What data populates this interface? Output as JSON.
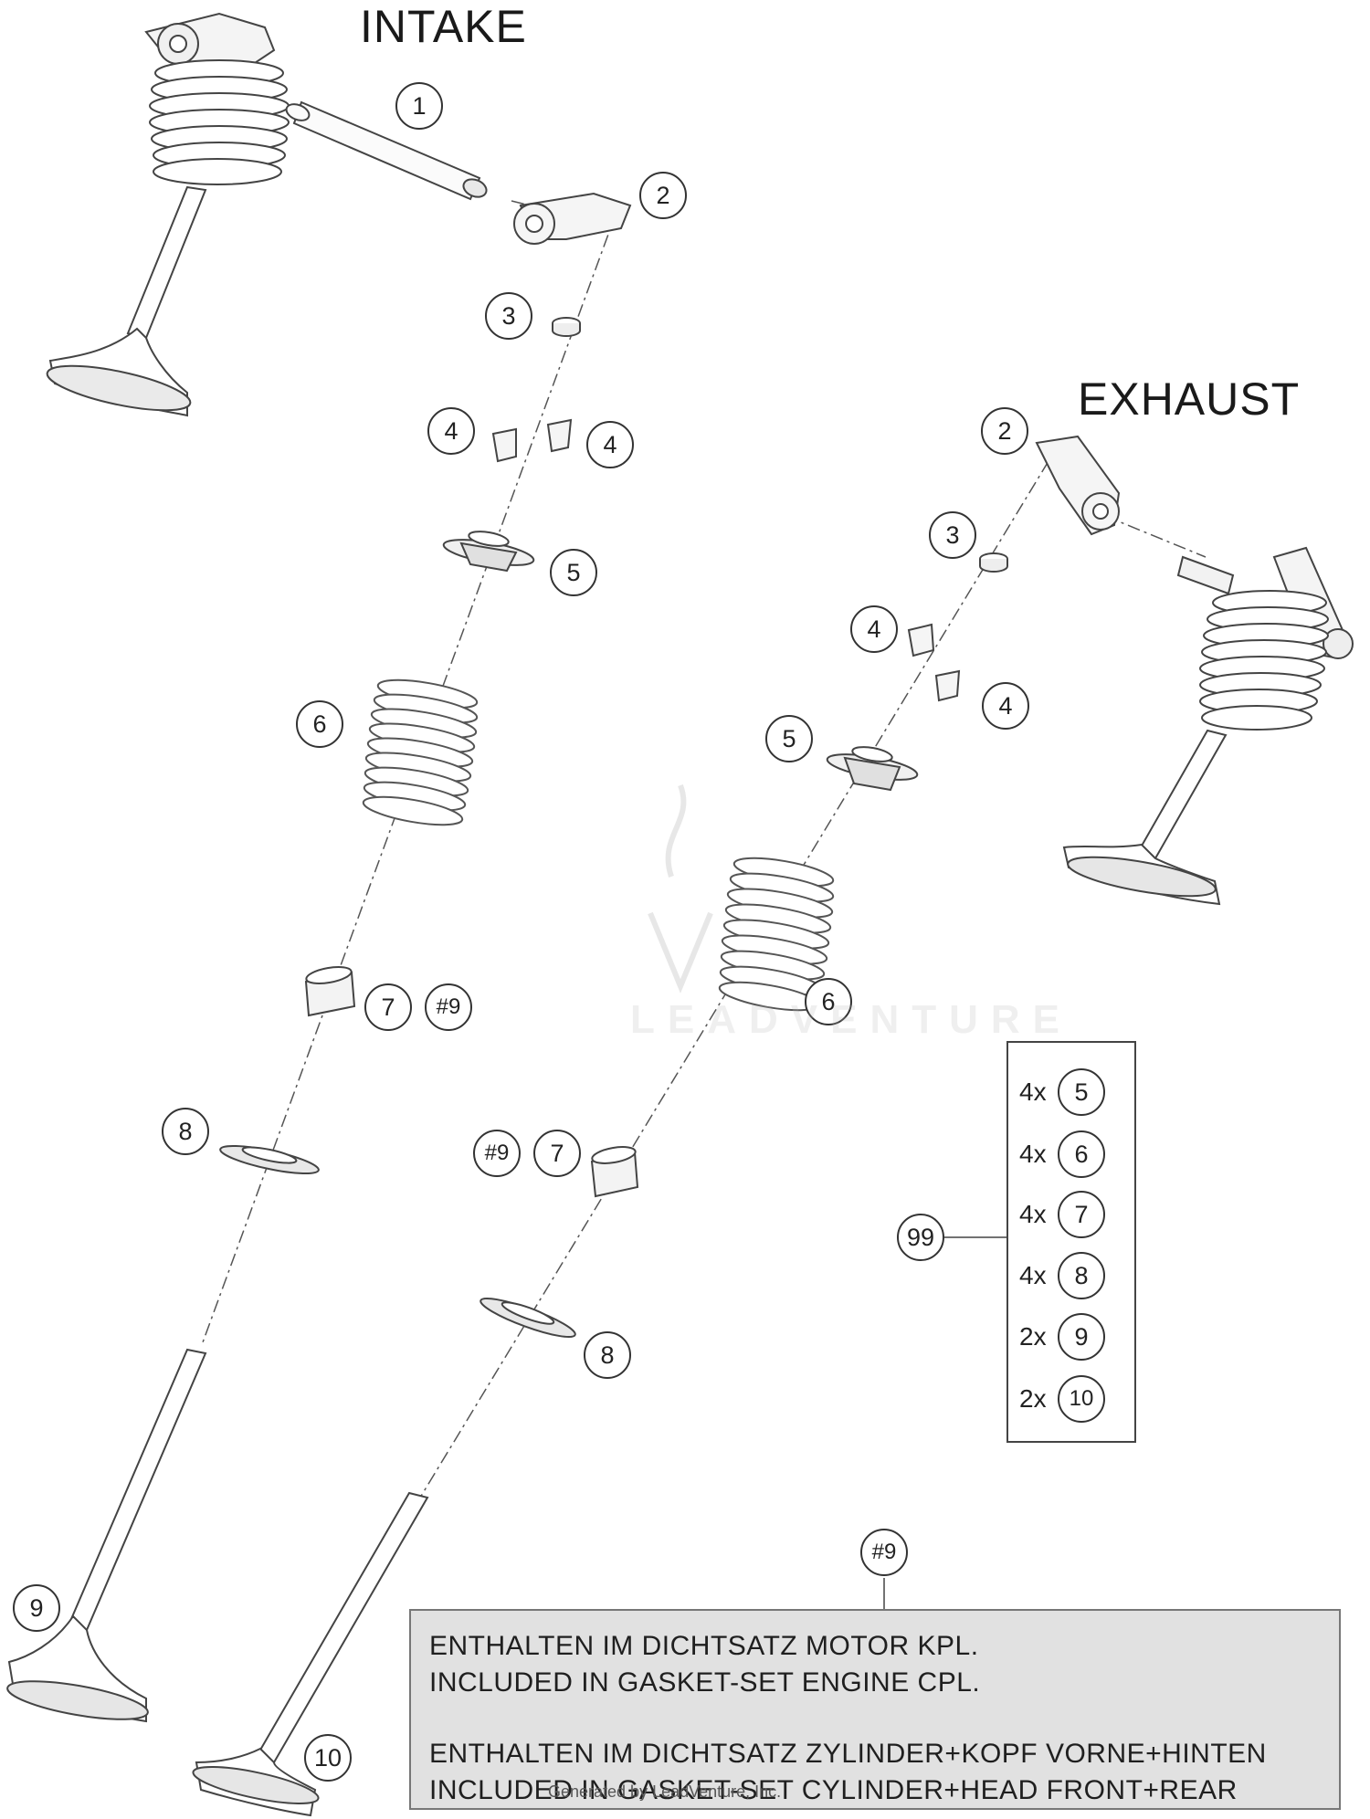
{
  "titles": {
    "intake": "INTAKE",
    "exhaust": "EXHAUST"
  },
  "callouts": {
    "intake": [
      "1",
      "2",
      "3",
      "4",
      "4",
      "5",
      "6",
      "7",
      "#9",
      "8",
      "9"
    ],
    "exhaust": [
      "2",
      "3",
      "4",
      "4",
      "5",
      "6",
      "#9",
      "7",
      "8",
      "10"
    ]
  },
  "kit": {
    "ref": "99",
    "items": [
      {
        "qty": "4x",
        "part": "5"
      },
      {
        "qty": "4x",
        "part": "6"
      },
      {
        "qty": "4x",
        "part": "7"
      },
      {
        "qty": "4x",
        "part": "8"
      },
      {
        "qty": "2x",
        "part": "9"
      },
      {
        "qty": "2x",
        "part": "10"
      }
    ]
  },
  "note": {
    "ref": "#9",
    "lines": [
      "ENTHALTEN IM DICHTSATZ MOTOR KPL.",
      "INCLUDED IN GASKET-SET ENGINE CPL.",
      "ENTHALTEN IM DICHTSATZ ZYLINDER+KOPF VORNE+HINTEN",
      "INCLUDED IN GASKET-SET CYLINDER+HEAD FRONT+REAR"
    ]
  },
  "watermark": "LEADVENTURE",
  "footer": "Generated by LeadVenture, Inc."
}
